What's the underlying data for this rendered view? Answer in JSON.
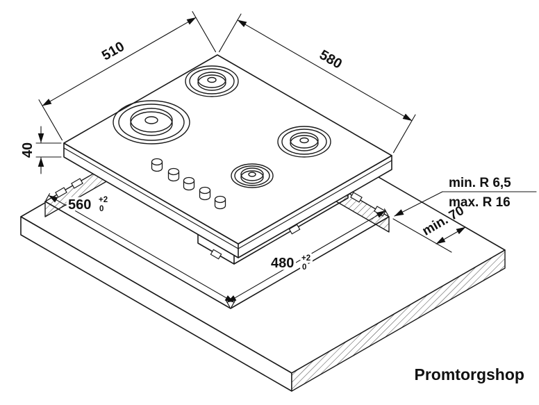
{
  "diagram": {
    "dimensions": {
      "hob_depth": "510",
      "hob_width": "580",
      "hob_height": "40",
      "rear_clearance": "min. 70",
      "corner_radius_min": "min. R 6,5",
      "corner_radius_max": "max. R 16",
      "cutout_length": "560",
      "cutout_depth": "480",
      "tolerance_plus": "+2",
      "tolerance_minus": "0"
    },
    "colors": {
      "line": "#1a1a1a"
    }
  },
  "logo": {
    "primary": "Promtorg",
    "secondary": "shop",
    "primary_color": "#1a6be0",
    "secondary_color": "#12245c"
  }
}
